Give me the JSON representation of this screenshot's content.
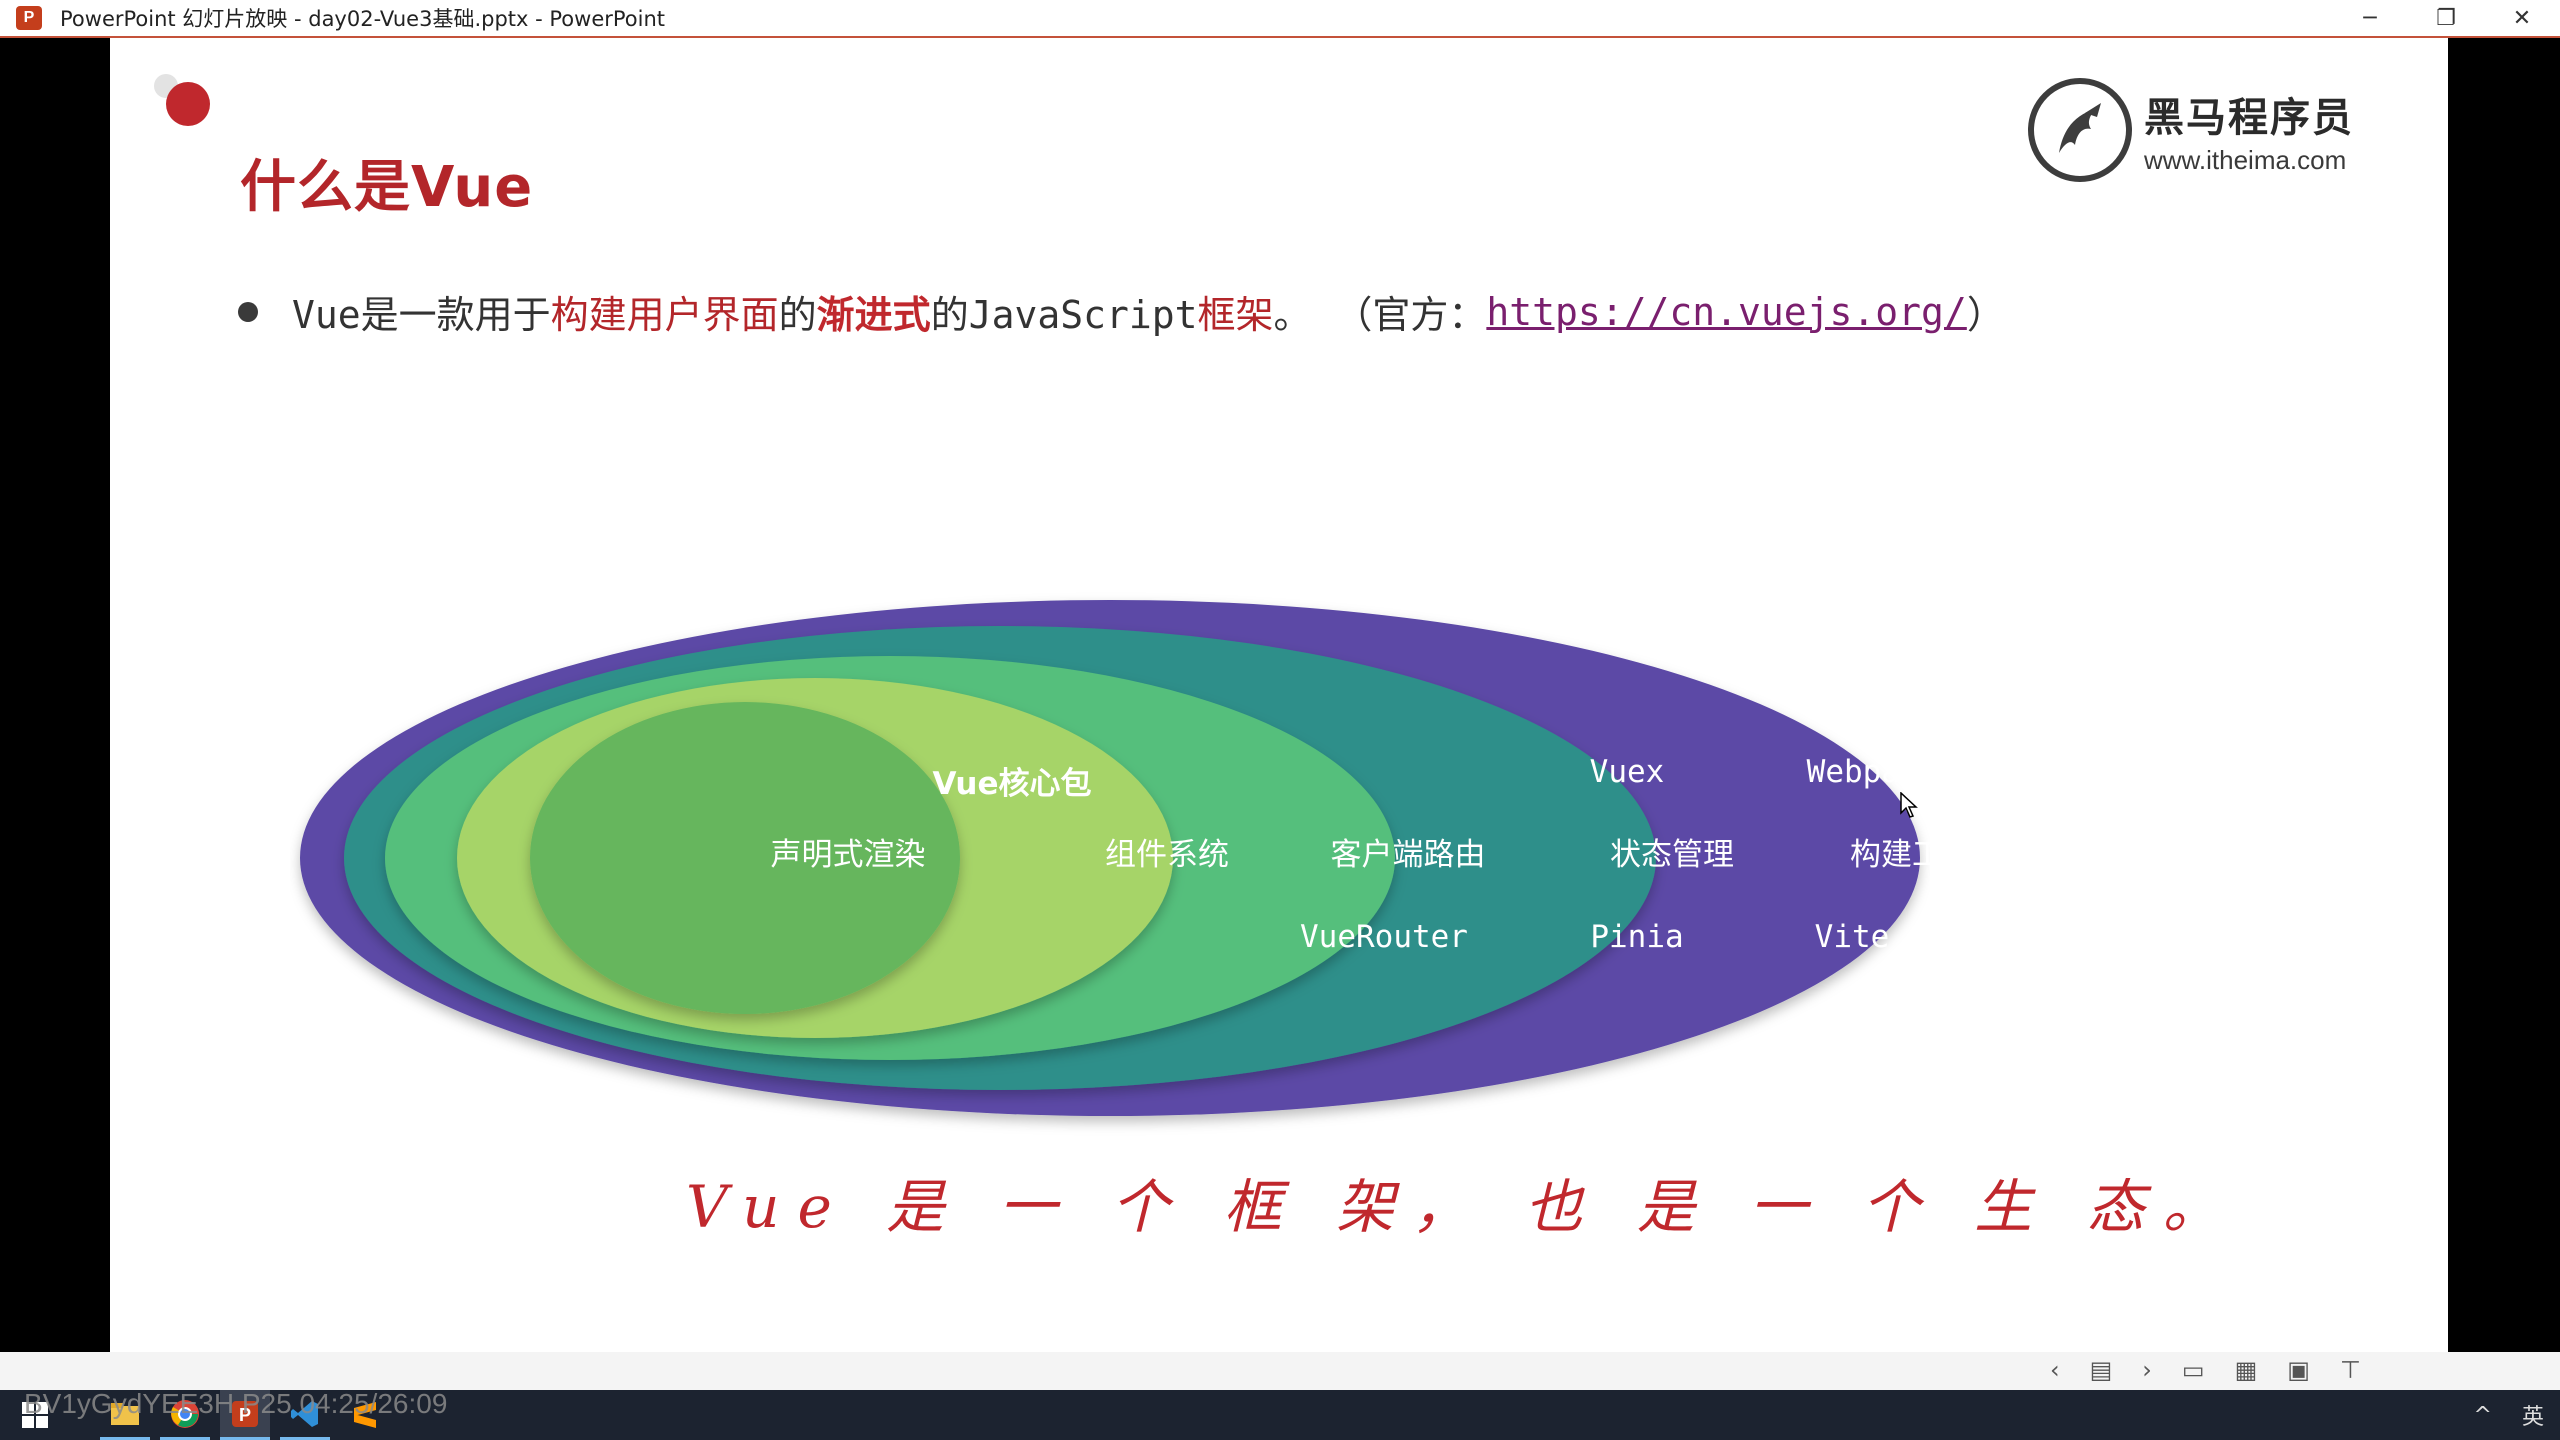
{
  "window": {
    "title": "PowerPoint 幻灯片放映  -  day02-Vue3基础.pptx - PowerPoint",
    "app_icon_letter": "P",
    "minimize": "─",
    "restore": "❐",
    "close": "✕"
  },
  "slide": {
    "title": "什么是Vue",
    "logo": {
      "name": "黑马程序员",
      "url": "www.itheima.com"
    },
    "bullet": {
      "part1": "Vue是一款用于",
      "part2": "构建用户界面",
      "part3": "的",
      "part4": "渐进式",
      "part5": "的JavaScript",
      "part6": "框架",
      "part7": "。  （官方：",
      "link": "https://cn.vuejs.org/",
      "part8": "）"
    },
    "diagram": {
      "core_title": "Vue核心包",
      "core_item": "声明式渲染",
      "ring2": "组件系统",
      "ring3_top": "客户端路由",
      "ring3_bottom": "VueRouter",
      "ring4_top": "Vuex",
      "ring4_mid": "状态管理",
      "ring4_bottom": "Pinia",
      "ring5_top": "Webpack",
      "ring5_mid": "构建工具",
      "ring5_bottom": "Vite",
      "colors": {
        "outer": "#5b4aa6",
        "ring4": "#2f8f8a",
        "ring3": "#55bf7b",
        "ring2": "#a6d468",
        "core": "#66b65d"
      }
    },
    "slogan": "Vue 是 一 个 框 架， 也 是 一 个 生 态。"
  },
  "watermark": "BV1yGydYEE3H P25 04:25/26:09",
  "taskbar": {
    "icons": [
      "windows-icon",
      "file-explorer-icon",
      "chrome-icon",
      "powerpoint-icon",
      "vscode-icon",
      "sublime-icon"
    ],
    "tray_lang": "英",
    "tray_arrow": "^"
  }
}
